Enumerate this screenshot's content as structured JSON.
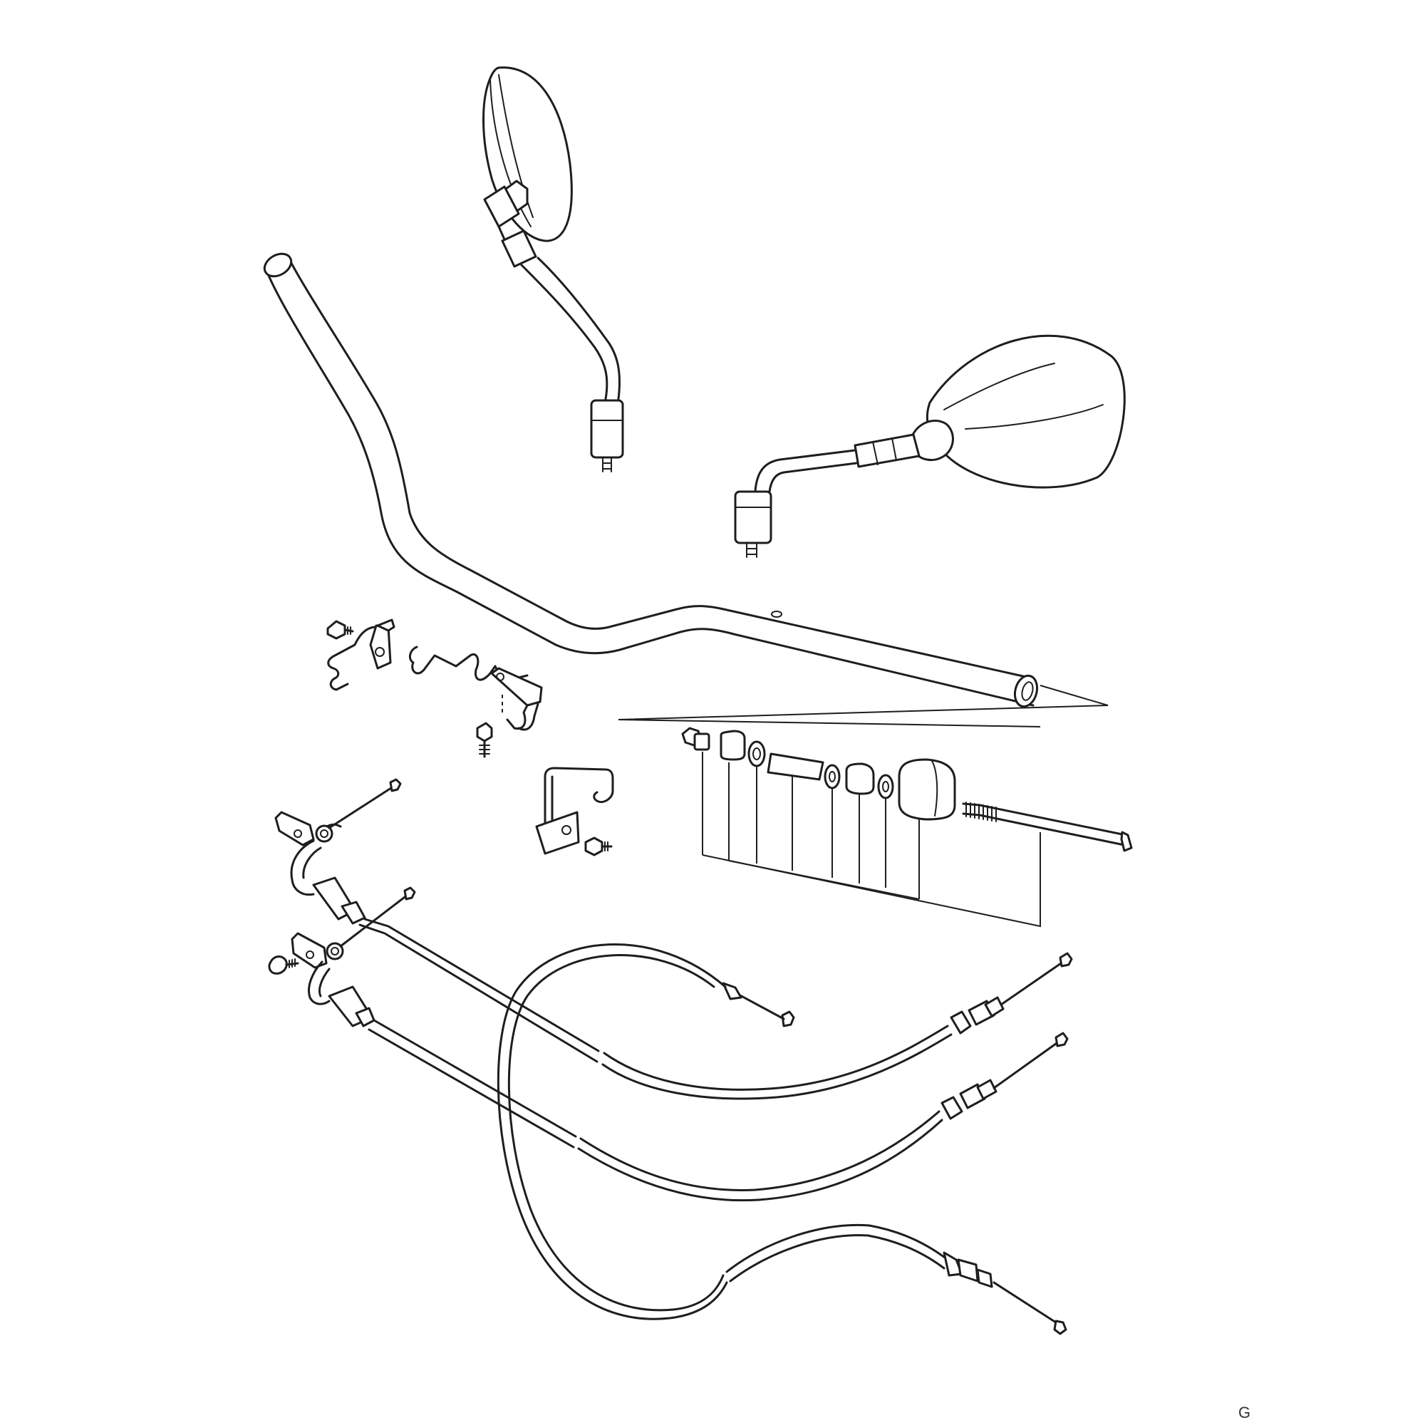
{
  "diagram": {
    "parts": [
      {
        "id": "mirror-left",
        "name": "mirror-left"
      },
      {
        "id": "mirror-right",
        "name": "mirror-right"
      },
      {
        "id": "handlebar",
        "name": "handlebar"
      },
      {
        "id": "cable-guide-clamp",
        "name": "cable-guide-clamp"
      },
      {
        "id": "cable-guide-wire",
        "name": "cable-guide-wire"
      },
      {
        "id": "cable-holder-bracket",
        "name": "cable-holder-bracket"
      },
      {
        "id": "balancer-weight-set",
        "name": "balancer-weight-set"
      },
      {
        "id": "throttle-cable-no1",
        "name": "throttle-cable-no1"
      },
      {
        "id": "throttle-cable-no2",
        "name": "throttle-cable-no2"
      },
      {
        "id": "clutch-cable",
        "name": "clutch-cable"
      }
    ]
  },
  "page": {
    "code": "G"
  }
}
